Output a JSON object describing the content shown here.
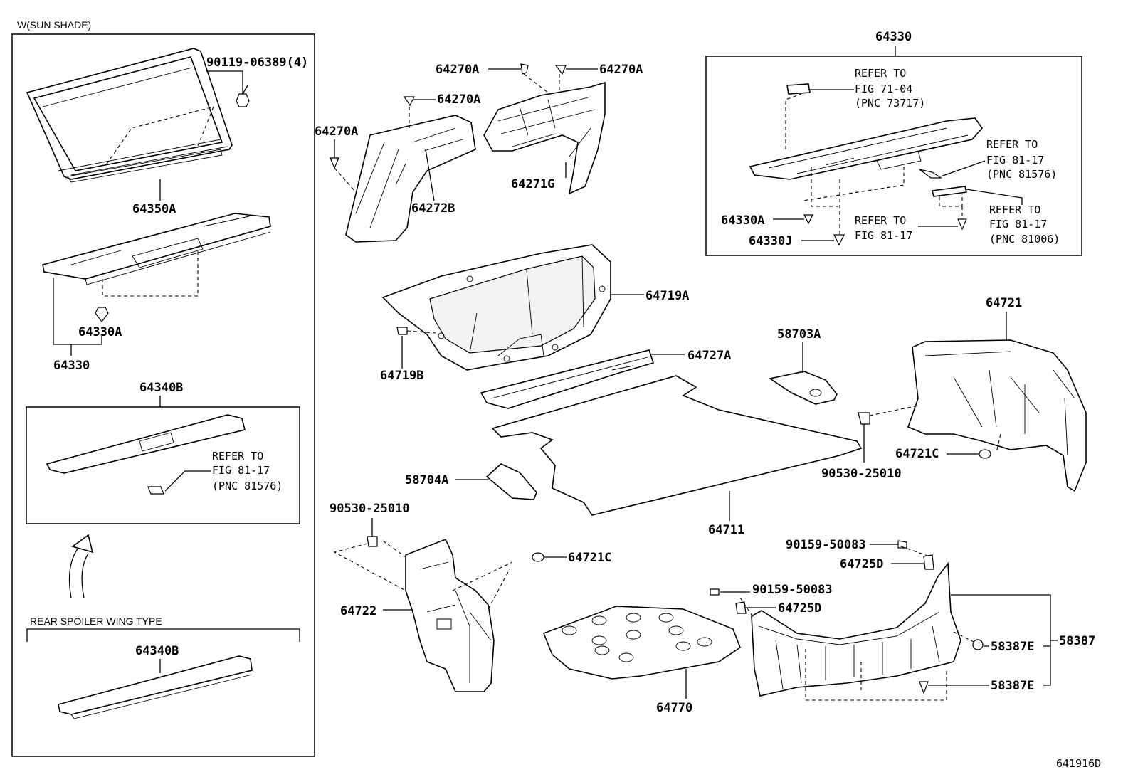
{
  "diagram_id": "641916D",
  "sections": {
    "sun_shade": "W(SUN SHADE)",
    "spoiler": "REAR SPOILER WING TYPE"
  },
  "parts": {
    "p64350A": "64350A",
    "p90119": "90119-06389(4)",
    "p64330A_left": "64330A",
    "p64330_left": "64330",
    "p64340B_top": "64340B",
    "p64340B_bottom": "64340B",
    "p64270A_1": "64270A",
    "p64270A_2": "64270A",
    "p64270A_3": "64270A",
    "p64270A_4": "64270A",
    "p64272B": "64272B",
    "p64271G": "64271G",
    "p64719A": "64719A",
    "p64719B": "64719B",
    "p64727A": "64727A",
    "p58703A": "58703A",
    "p58704A": "58704A",
    "p64711": "64711",
    "p64721": "64721",
    "p64721C_right": "64721C",
    "p90530_right": "90530-25010",
    "p90530_left": "90530-25010",
    "p64721C_left": "64721C",
    "p64722": "64722",
    "p64770": "64770",
    "p90159_1": "90159-50083",
    "p90159_2": "90159-50083",
    "p64725D_1": "64725D",
    "p64725D_2": "64725D",
    "p58387E_1": "58387E",
    "p58387E_2": "58387E",
    "p58387": "58387",
    "p64330_top": "64330",
    "p64330A_top": "64330A",
    "p64330J": "64330J"
  },
  "refers": {
    "r1": {
      "l1": "REFER TO",
      "l2": "FIG 81-17",
      "l3": "(PNC 81576)"
    },
    "r2": {
      "l1": "REFER TO",
      "l2": "FIG 71-04",
      "l3": "(PNC 73717)"
    },
    "r3": {
      "l1": "REFER TO",
      "l2": "FIG 81-17",
      "l3": "(PNC 81576)"
    },
    "r4": {
      "l1": "REFER TO",
      "l2": "FIG 81-17"
    },
    "r5": {
      "l1": "REFER TO",
      "l2": "FIG 81-17",
      "l3": "(PNC 81006)"
    }
  }
}
